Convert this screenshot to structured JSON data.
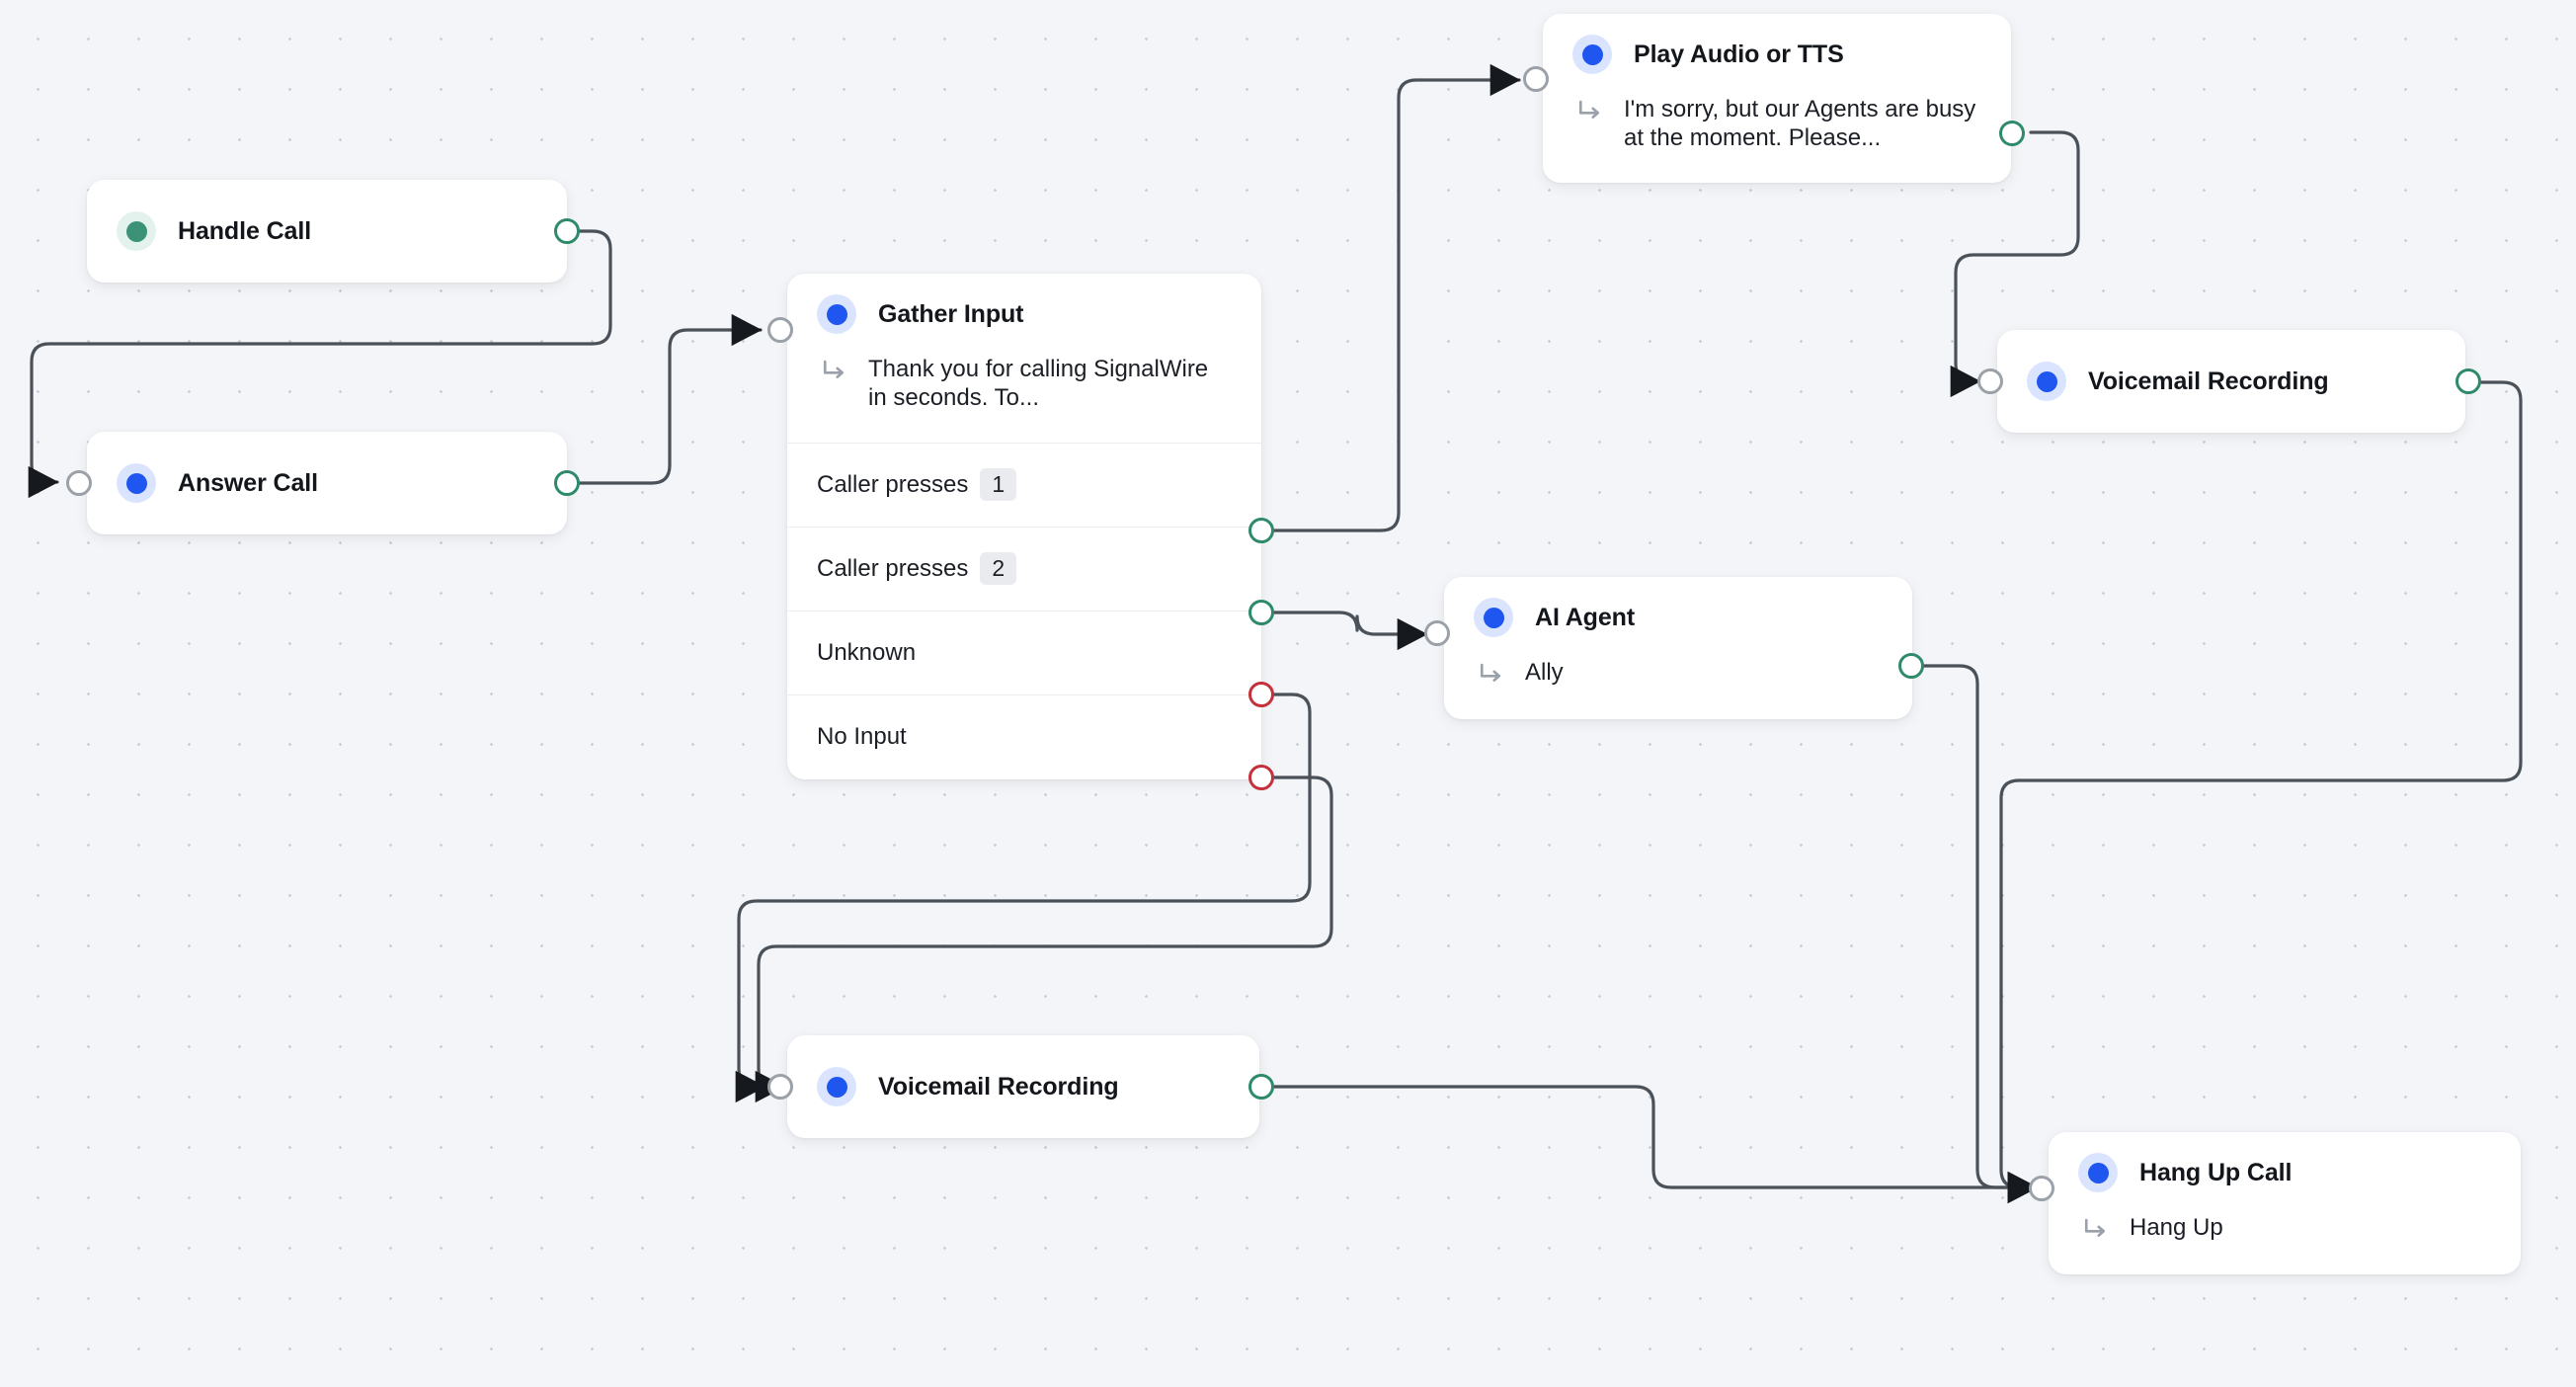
{
  "canvas": {
    "background_color": "#f3f5f8",
    "grid_dot_color": "#c9cdd6",
    "edge_color": "#4b5158"
  },
  "colors": {
    "accent_blue": "#1f56f0",
    "accent_blue_halo": "#dbe4fe",
    "accent_green": "#3b9276",
    "accent_green_halo": "#e3f2ec",
    "port_out_green": "#2e8a6b",
    "port_out_red": "#c4313a",
    "port_in_gray": "#9ba1a9",
    "chip_bg": "#e9ebef",
    "divider": "#e9ecf1"
  },
  "nodes": {
    "handle_call": {
      "title": "Handle Call",
      "dot_icon": "status-dot-green-icon"
    },
    "answer_call": {
      "title": "Answer Call",
      "dot_icon": "status-dot-blue-icon"
    },
    "gather_input": {
      "title": "Gather Input",
      "dot_icon": "status-dot-blue-icon",
      "sub_icon": "return-arrow-icon",
      "sub_text": "Thank you for calling SignalWire in seconds. To...",
      "branches": [
        {
          "label": "Caller presses",
          "chip": "1",
          "port": "green"
        },
        {
          "label": "Caller presses",
          "chip": "2",
          "port": "green"
        },
        {
          "label": "Unknown",
          "chip": "",
          "port": "red"
        },
        {
          "label": "No Input",
          "chip": "",
          "port": "red"
        }
      ]
    },
    "play_audio_tts": {
      "title": "Play Audio or TTS",
      "dot_icon": "status-dot-blue-icon",
      "sub_icon": "return-arrow-icon",
      "sub_text": "I'm sorry, but our Agents are busy at the moment. Please..."
    },
    "voicemail_recording_right": {
      "title": "Voicemail Recording",
      "dot_icon": "status-dot-blue-icon"
    },
    "ai_agent": {
      "title": "AI Agent",
      "dot_icon": "status-dot-blue-icon",
      "sub_icon": "return-arrow-icon",
      "sub_text": "Ally"
    },
    "voicemail_recording_bottom": {
      "title": "Voicemail Recording",
      "dot_icon": "status-dot-blue-icon"
    },
    "hang_up_call": {
      "title": "Hang Up Call",
      "dot_icon": "status-dot-blue-icon",
      "sub_icon": "return-arrow-icon",
      "sub_text": "Hang Up"
    }
  }
}
